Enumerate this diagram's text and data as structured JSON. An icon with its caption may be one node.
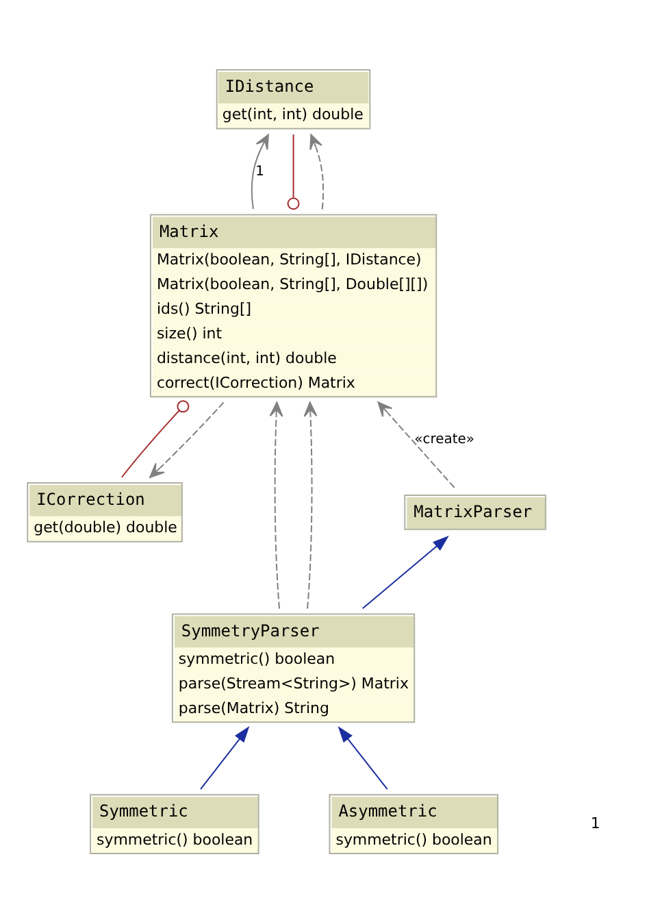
{
  "diagram": {
    "nodes": [
      {
        "text": [
          "ICorrection",
          "get(double) double"
        ]
      },
      {
        "text": [
          "IDistance",
          "get(int, int) double"
        ]
      },
      {
        "text": [
          "Matrix",
          "Matrix(boolean, String[], IDistance)",
          "Matrix(boolean, String[], Double[][])",
          "ids() String[]",
          "size() int",
          "distance(int, int) double",
          "correct(ICorrection) Matrix"
        ]
      },
      {
        "text": [
          "MatrixParser"
        ]
      },
      {
        "text": [
          "SymmetryParser",
          "symmetric() boolean",
          "parse(Stream<String>) Matrix",
          "parse(Matrix) String"
        ]
      },
      {
        "text": [
          "Symmetric",
          "symmetric() boolean"
        ]
      },
      {
        "text": [
          "Asymmetric",
          "symmetric() boolean"
        ]
      }
    ],
    "edges": [
      {
        "from": 2,
        "to": 0,
        "arrow": "to",
        "style": "dashed"
      },
      {
        "from": 0,
        "to": 2,
        "arrow": "other",
        "color": "#a52a2a"
      },
      {
        "from": 2,
        "to": 1,
        "arrow": "to",
        "style": "dashed"
      },
      {
        "from": 2,
        "to": 1,
        "arrow": "to",
        "label": "1"
      },
      {
        "from": 1,
        "to": 2,
        "arrow": "other",
        "color": "#a52a2a"
      },
      {
        "from": 3,
        "to": 2,
        "arrow": "to",
        "style": "dashed",
        "label": "«create»"
      },
      {
        "from": 4,
        "to": 2,
        "arrow": "to",
        "style": "dashed"
      },
      {
        "from": 4,
        "to": 2,
        "arrow": "to",
        "style": "dashed"
      },
      {
        "from": 4,
        "to": 3,
        "arrow": "to",
        "color": "#1c2fa0"
      },
      {
        "from": 5,
        "to": 4,
        "arrow": "to",
        "color": "#1c2fa0"
      },
      {
        "from": 6,
        "to": 4,
        "arrow": "to",
        "color": "#1c2fa0"
      }
    ],
    "labels": [
      "1"
    ]
  }
}
